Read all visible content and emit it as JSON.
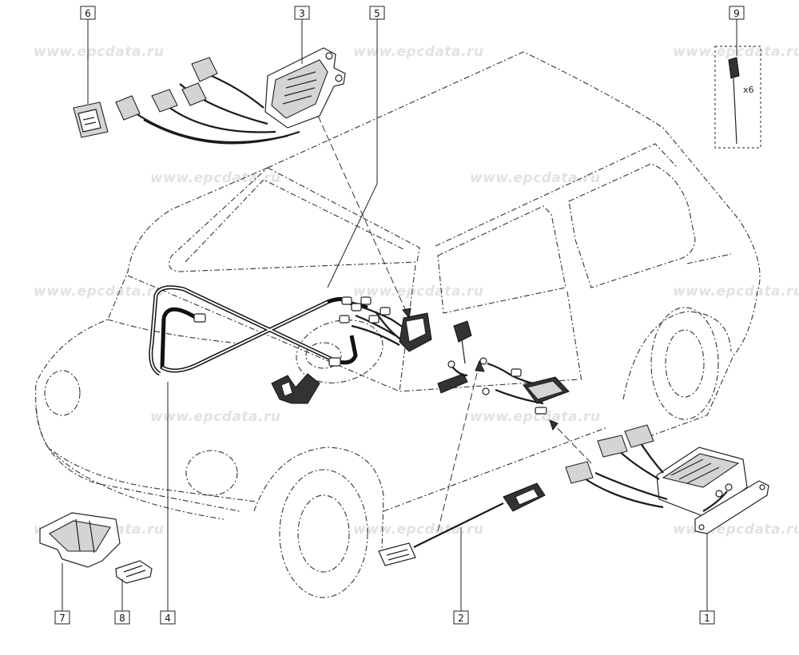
{
  "watermark": "www.epcdata.ru",
  "callouts": [
    {
      "id": "1",
      "label": "1"
    },
    {
      "id": "2",
      "label": "2"
    },
    {
      "id": "3",
      "label": "3"
    },
    {
      "id": "4",
      "label": "4"
    },
    {
      "id": "5",
      "label": "5"
    },
    {
      "id": "6",
      "label": "6"
    },
    {
      "id": "7",
      "label": "7"
    },
    {
      "id": "8",
      "label": "8"
    },
    {
      "id": "9",
      "label": "9"
    }
  ],
  "quantity_note": "x6",
  "icons": [
    "airbag-control-unit",
    "wiring-harness",
    "connector",
    "seat-belt-buckle",
    "bracket",
    "clip"
  ]
}
